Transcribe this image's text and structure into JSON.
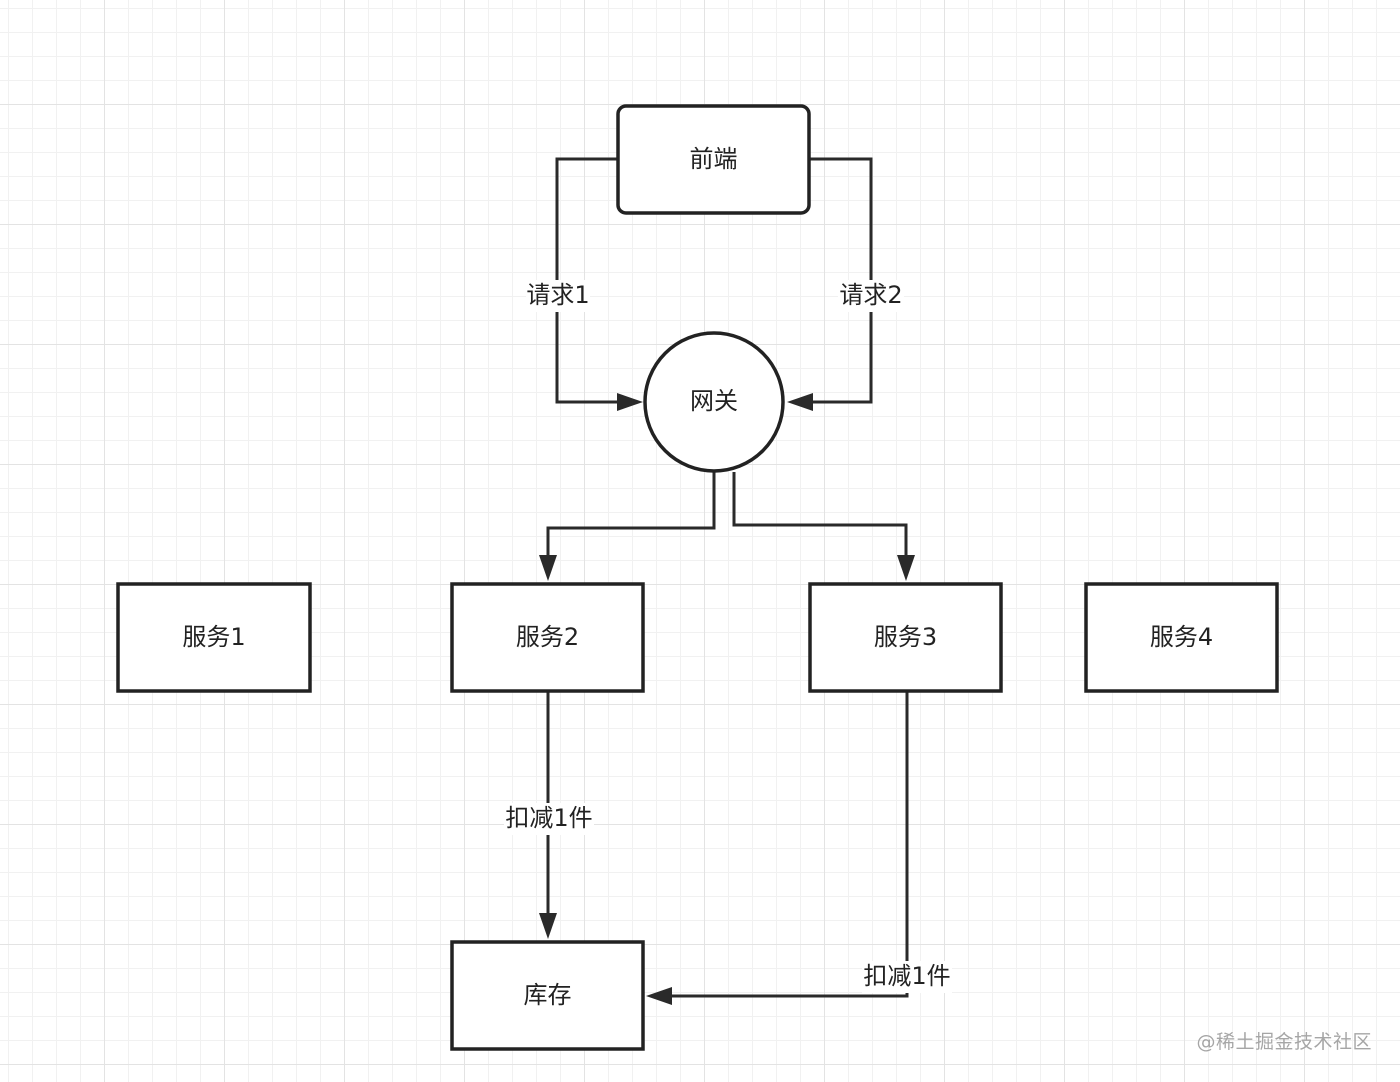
{
  "nodes": {
    "frontend": "前端",
    "gateway": "网关",
    "service1": "服务1",
    "service2": "服务2",
    "service3": "服务3",
    "service4": "服务4",
    "inventory": "库存"
  },
  "edges": {
    "request1": "请求1",
    "request2": "请求2",
    "deduct_from_service2": "扣减1件",
    "deduct_from_service3": "扣减1件"
  },
  "watermark": "@稀土掘金技术社区",
  "colors": {
    "stroke": "#222222",
    "grid_major": "#e3e3e3",
    "grid_minor": "#f1f1f1",
    "watermark": "#a6a6a6"
  }
}
